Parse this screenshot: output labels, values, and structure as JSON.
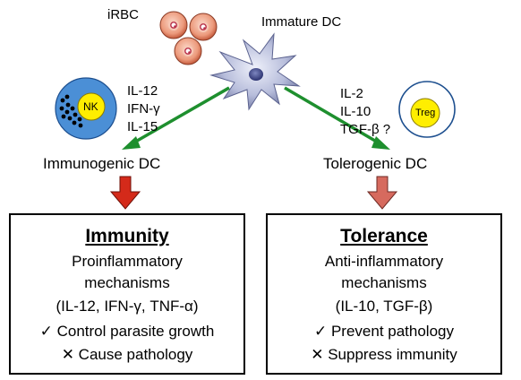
{
  "labels": {
    "irbc": "iRBC",
    "immature_dc": "Immature DC",
    "nk": "NK",
    "treg": "Treg",
    "immunogenic_dc": "Immunogenic  DC",
    "tolerogenic_dc": "Tolerogenic DC"
  },
  "left_cytokines": [
    "IL-12",
    "IFN-γ",
    "IL-15"
  ],
  "right_cytokines": [
    "IL-2",
    "IL-10",
    "TGF-β ?"
  ],
  "immunity_box": {
    "heading": "Immunity",
    "line1": "Proinflammatory",
    "line2": "mechanisms",
    "line3": "(IL-12, IFN-γ, TNF-α)",
    "line4": "✓ Control parasite growth",
    "line5": "✕ Cause pathology"
  },
  "tolerance_box": {
    "heading": "Tolerance",
    "line1": "Anti-inflammatory",
    "line2": "mechanisms",
    "line3": "(IL-10, TGF-β)",
    "line4": "✓ Prevent pathology",
    "line5": "✕ Suppress immunity"
  },
  "colors": {
    "arrow_green": "#1e8f2e",
    "arrow_red_left": "#d42a1a",
    "arrow_red_right": "#d66a5e",
    "rbc": "#e98b6c",
    "nk_outer": "#4b8fd6",
    "nk_inner": "#ffee00",
    "dc_body": "#9ba3c9"
  }
}
